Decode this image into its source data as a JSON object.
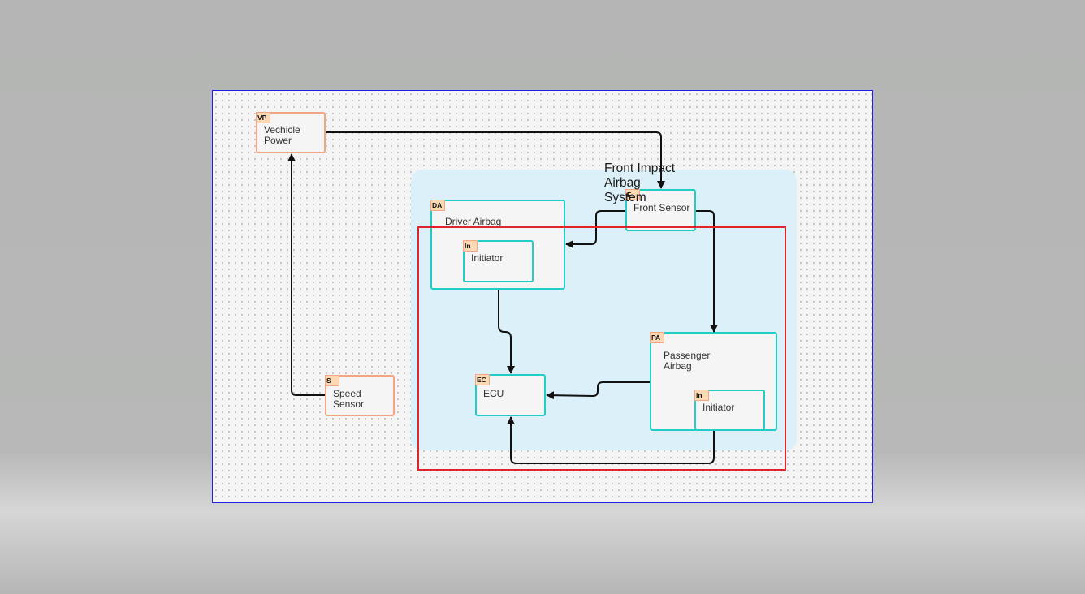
{
  "diagram": {
    "group": {
      "title": "Front Impact\nAirbag\nSystem"
    },
    "nodes": [
      {
        "id": "vehicle-power",
        "tag": "VP",
        "label": "Vechicle\nPower",
        "style": "orange"
      },
      {
        "id": "speed-sensor",
        "tag": "S",
        "label": "Speed Sensor",
        "style": "orange"
      },
      {
        "id": "front-sensor",
        "tag": "F",
        "label": "Front Sensor",
        "style": "teal"
      },
      {
        "id": "driver-airbag",
        "tag": "DA",
        "label": "Driver Airbag",
        "style": "teal"
      },
      {
        "id": "driver-initiator",
        "tag": "In",
        "label": "Initiator",
        "style": "teal"
      },
      {
        "id": "ecu",
        "tag": "EC",
        "label": "ECU",
        "style": "teal"
      },
      {
        "id": "passenger-airbag",
        "tag": "PA",
        "label": "Passenger\nAirbag",
        "style": "teal"
      },
      {
        "id": "passenger-initiator",
        "tag": "In",
        "label": "Initiator",
        "style": "teal"
      }
    ],
    "edges": [
      {
        "from": "vehicle-power",
        "to": "front-sensor"
      },
      {
        "from": "speed-sensor",
        "to": "vehicle-power"
      },
      {
        "from": "front-sensor",
        "to": "driver-airbag"
      },
      {
        "from": "front-sensor",
        "to": "passenger-airbag"
      },
      {
        "from": "driver-airbag",
        "to": "ecu"
      },
      {
        "from": "passenger-airbag",
        "to": "ecu"
      },
      {
        "from": "passenger-airbag",
        "to": "ecu"
      }
    ],
    "colors": {
      "orange_border": "#f4a583",
      "teal_border": "#22cdc6",
      "group_fill": "#dcf0f9",
      "selection": "#e0262c",
      "canvas_border": "#1f1fe6",
      "tag_fill": "#fbd9b5",
      "edge": "#111111"
    }
  }
}
